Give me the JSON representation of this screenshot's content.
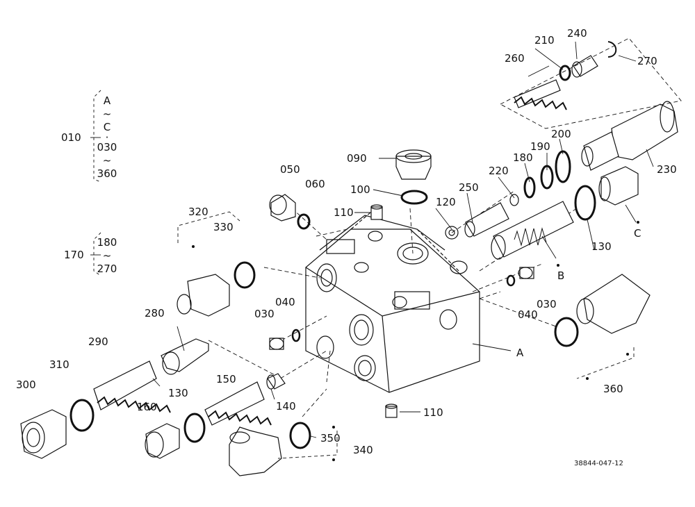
{
  "drawing_number": "38844-047-12",
  "groups": {
    "g010": {
      "code": "010",
      "items": [
        "A",
        "~",
        "C",
        "·",
        "030",
        "~",
        "360"
      ]
    },
    "g170": {
      "code": "170",
      "items": [
        "180",
        "~",
        "270"
      ]
    }
  },
  "callouts": {
    "c030a": "030",
    "c030b": "030",
    "c040a": "040",
    "c040b": "040",
    "c050": "050",
    "c060": "060",
    "c090": "090",
    "c100": "100",
    "c110a": "110",
    "c110b": "110",
    "c120": "120",
    "c130a": "130",
    "c130b": "130",
    "c140": "140",
    "c150": "150",
    "c160": "160",
    "c180": "180",
    "c190": "190",
    "c200": "200",
    "c210": "210",
    "c220": "220",
    "c230": "230",
    "c240": "240",
    "c250": "250",
    "c260": "260",
    "c270": "270",
    "c280": "280",
    "c290": "290",
    "c300": "300",
    "c310": "310",
    "c320": "320",
    "c330": "330",
    "c340": "340",
    "c350": "350",
    "c360": "360",
    "cA": "A",
    "cB": "B",
    "cC": "C"
  }
}
